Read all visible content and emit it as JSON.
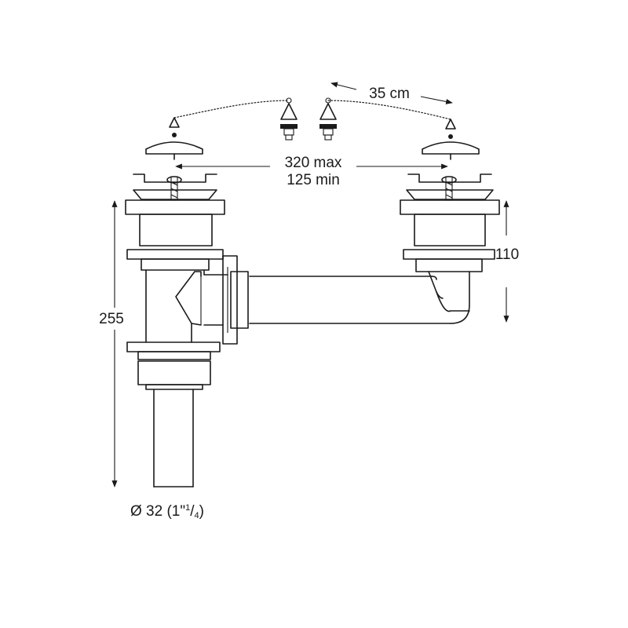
{
  "labels": {
    "overflow_distance": "35 cm",
    "spacing_max": "320 max",
    "spacing_min": "125 min",
    "outlet_height": "110",
    "total_height": "255",
    "diameter_main": "Ø 32 (1\"",
    "diameter_num": "1",
    "diameter_den": "4",
    "diameter_close": ")"
  },
  "colors": {
    "line": "#1a1a1a",
    "background": "#ffffff"
  }
}
